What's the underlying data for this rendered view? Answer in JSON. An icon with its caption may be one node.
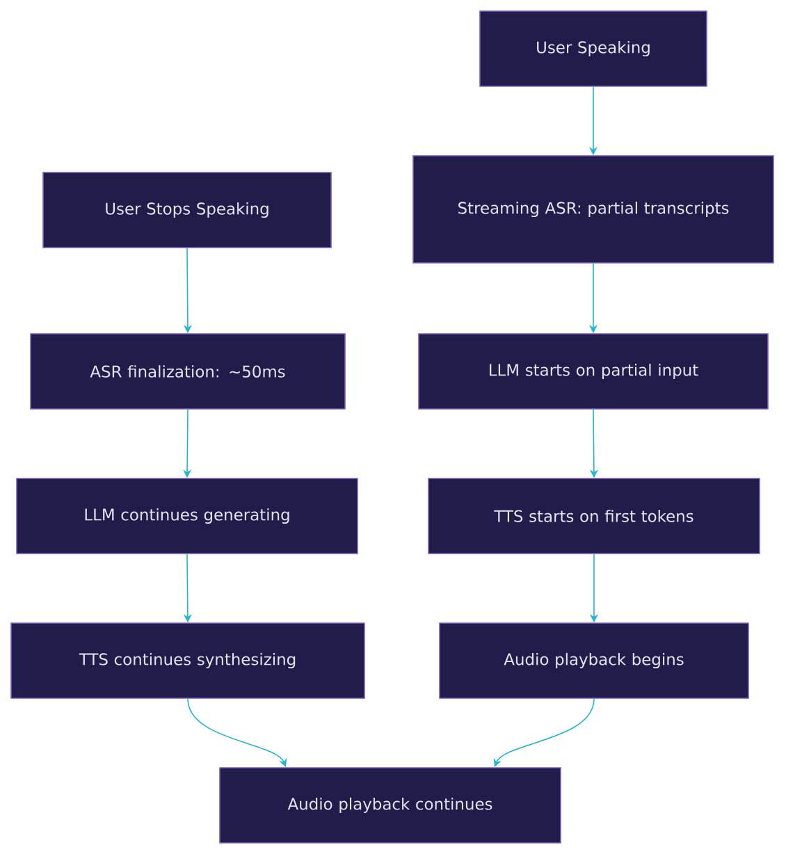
{
  "diagram": {
    "nodes": [
      {
        "text": [
          "User Speaking"
        ]
      },
      {
        "text": [
          "Streaming ASR: partial transcripts"
        ]
      },
      {
        "text": [
          "LLM starts on partial input"
        ]
      },
      {
        "text": [
          "TTS starts on first tokens"
        ]
      },
      {
        "text": [
          "Audio playback begins"
        ]
      },
      {
        "text": [
          "User Stops Speaking"
        ]
      },
      {
        "text": [
          "ASR finalization: ~50ms"
        ]
      },
      {
        "text": [
          "LLM continues generating"
        ]
      },
      {
        "text": [
          "TTS continues synthesizing"
        ]
      },
      {
        "text": [
          "Audio playback continues"
        ]
      }
    ],
    "edges": [
      {
        "from": 0,
        "to": 1,
        "arrow": "to"
      },
      {
        "from": 1,
        "to": 2,
        "arrow": "to"
      },
      {
        "from": 2,
        "to": 3,
        "arrow": "to"
      },
      {
        "from": 3,
        "to": 4,
        "arrow": "to"
      },
      {
        "from": 5,
        "to": 6,
        "arrow": "to"
      },
      {
        "from": 6,
        "to": 7,
        "arrow": "to"
      },
      {
        "from": 7,
        "to": 8,
        "arrow": "to"
      },
      {
        "from": 8,
        "to": 9,
        "arrow": "to"
      },
      {
        "from": 4,
        "to": 9,
        "arrow": "to"
      }
    ]
  }
}
